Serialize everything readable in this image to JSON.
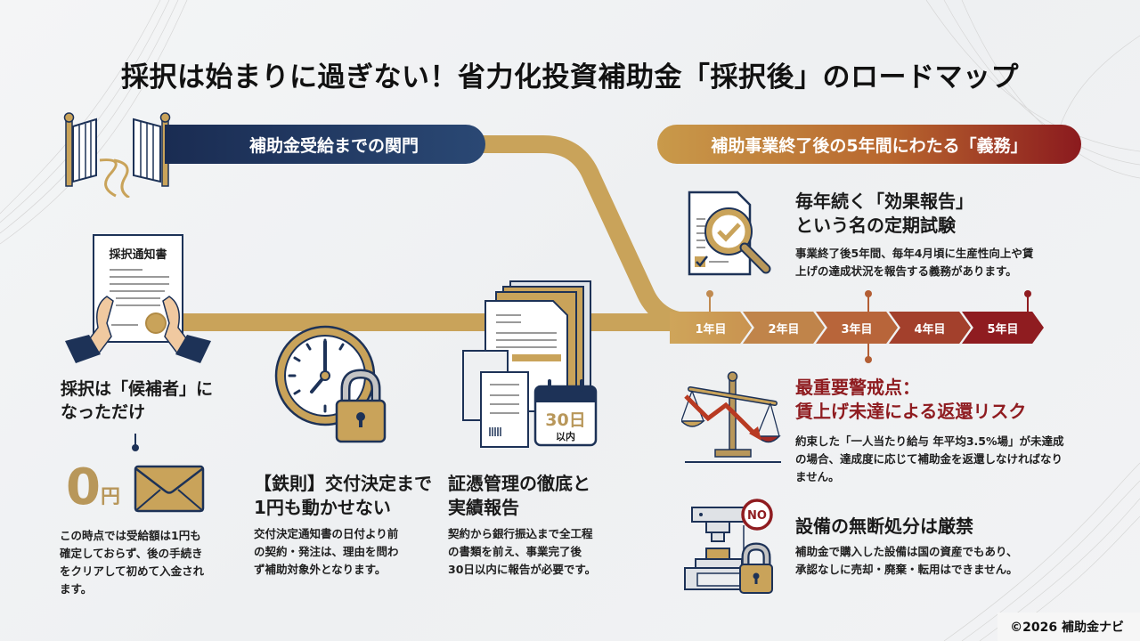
{
  "title": "採択は始まりに過ぎない！省力化投資補助金「採択後」のロードマップ",
  "colors": {
    "navy": "#1d3257",
    "gold": "#c9a35a",
    "crimson": "#8f1c20",
    "background": "#f1f2f3"
  },
  "left_section": {
    "header_icon": "gate-icon",
    "header": "補助金受給までの関門",
    "steps": [
      {
        "icon": "notification-document-icon",
        "doc_label": "採択通知書",
        "heading": "採択は「候補者」になっただけ",
        "heading_lines": [
          "採択は「候補者」に",
          "なっただけ"
        ],
        "amount_value": "0",
        "amount_unit": "円",
        "amount_icon": "envelope-icon",
        "body_lines": [
          "この時点では受給額は1円も",
          "確定しておらず、後の手続き",
          "をクリアして初めて入金され",
          "ます。"
        ]
      },
      {
        "icon": "clock-lock-icon",
        "heading_lines": [
          "【鉄則】交付決定まで",
          "1円も動かせない"
        ],
        "body_lines": [
          "交付決定通知書の日付より前",
          "の契約・発注は、理由を問わ",
          "ず補助対象外となります。"
        ]
      },
      {
        "icon": "documents-calendar-icon",
        "calendar_value": "30日",
        "calendar_sub": "以内",
        "heading_lines": [
          "証憑管理の徹底と",
          "実績報告"
        ],
        "body_lines": [
          "契約から銀行振込まで全工程",
          "の書類を前え、事業完了後",
          "30日以内に報告が必要です。"
        ]
      }
    ]
  },
  "right_section": {
    "header": "補助事業終了後の5年間にわたる「義務」",
    "years": [
      "1年目",
      "2年目",
      "3年目",
      "4年目",
      "5年目"
    ],
    "items": [
      {
        "icon": "report-magnifier-icon",
        "heading_lines": [
          "毎年続く「効果報告」",
          "という名の定期試験"
        ],
        "body_lines": [
          "事業終了後5年間、毎年4月頃に生産性向上や賃",
          "上げの達成状況を報告する義務があります。"
        ]
      },
      {
        "icon": "scale-down-arrow-icon",
        "heading_lines": [
          "最重要警戒点：",
          "賃上げ未達による返還リスク"
        ],
        "body_lines": [
          "約束した「一人当たり給与 年平均3.5%場」が未達成",
          "の場合、達成度に応じて補助金を返還しなければなり",
          "ません。"
        ]
      },
      {
        "icon": "equipment-no-lock-icon",
        "no_label": "NO",
        "heading_lines": [
          "設備の無断処分は厳禁"
        ],
        "body_lines": [
          "補助金で購入した設備は国の資産でもあり、",
          "承認なしに売却・廃棄・転用はできません。"
        ]
      }
    ]
  },
  "copyright": "©2026 補助金ナビ"
}
